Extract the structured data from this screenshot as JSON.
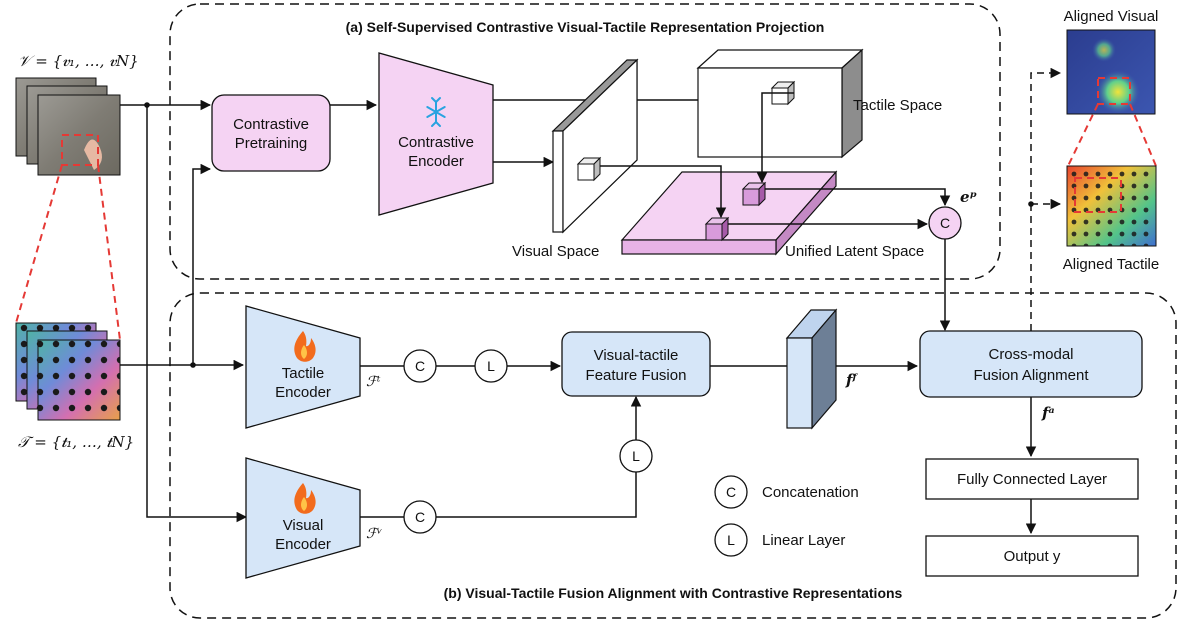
{
  "sections": {
    "a_title": "(a) Self-Supervised Contrastive Visual-Tactile Representation Projection",
    "b_title": "(b) Visual-Tactile Fusion Alignment with Contrastive Representations"
  },
  "inputs": {
    "visual_set": "𝒱 = {𝒗₁, …, 𝒗N}",
    "tactile_set": "𝒯 = {𝒕₁, …, 𝒕N}"
  },
  "blocks": {
    "contrastive_pretraining": [
      "Contrastive",
      "Pretraining"
    ],
    "contrastive_encoder": [
      "Contrastive",
      "Encoder"
    ],
    "tactile_encoder": [
      "Tactile",
      "Encoder"
    ],
    "visual_encoder": [
      "Visual",
      "Encoder"
    ],
    "feature_fusion": [
      "Visual-tactile",
      "Feature Fusion"
    ],
    "cross_modal": [
      "Cross-modal",
      "Fusion Alignment"
    ],
    "fc_layer": "Fully Connected Layer",
    "output": "Output y"
  },
  "spaces": {
    "tactile": "Tactile Space",
    "visual": "Visual Space",
    "unified": "Unified Latent Space"
  },
  "math": {
    "ft": "ℱᵗ",
    "fv": "ℱᵛ",
    "ep": "𝒆ᵖ",
    "ff": "𝒇ᶠ",
    "fa": "𝒇ᵃ"
  },
  "outputs": {
    "aligned_visual": "Aligned Visual",
    "aligned_tactile": "Aligned Tactile"
  },
  "ops": {
    "concat": "C",
    "linear": "L"
  },
  "legend": {
    "concat": "Concatenation",
    "linear": "Linear Layer"
  },
  "icons": {
    "frozen": "snowflake-icon",
    "trainable": "flame-icon"
  },
  "colors": {
    "block_blue": "#d6e6f8",
    "block_pink": "#f5d3f3",
    "cube_purple": "#d89bdb",
    "dash_red": "#e53935",
    "snowflake": "#29a3e0",
    "flame": "#f26b1d"
  }
}
